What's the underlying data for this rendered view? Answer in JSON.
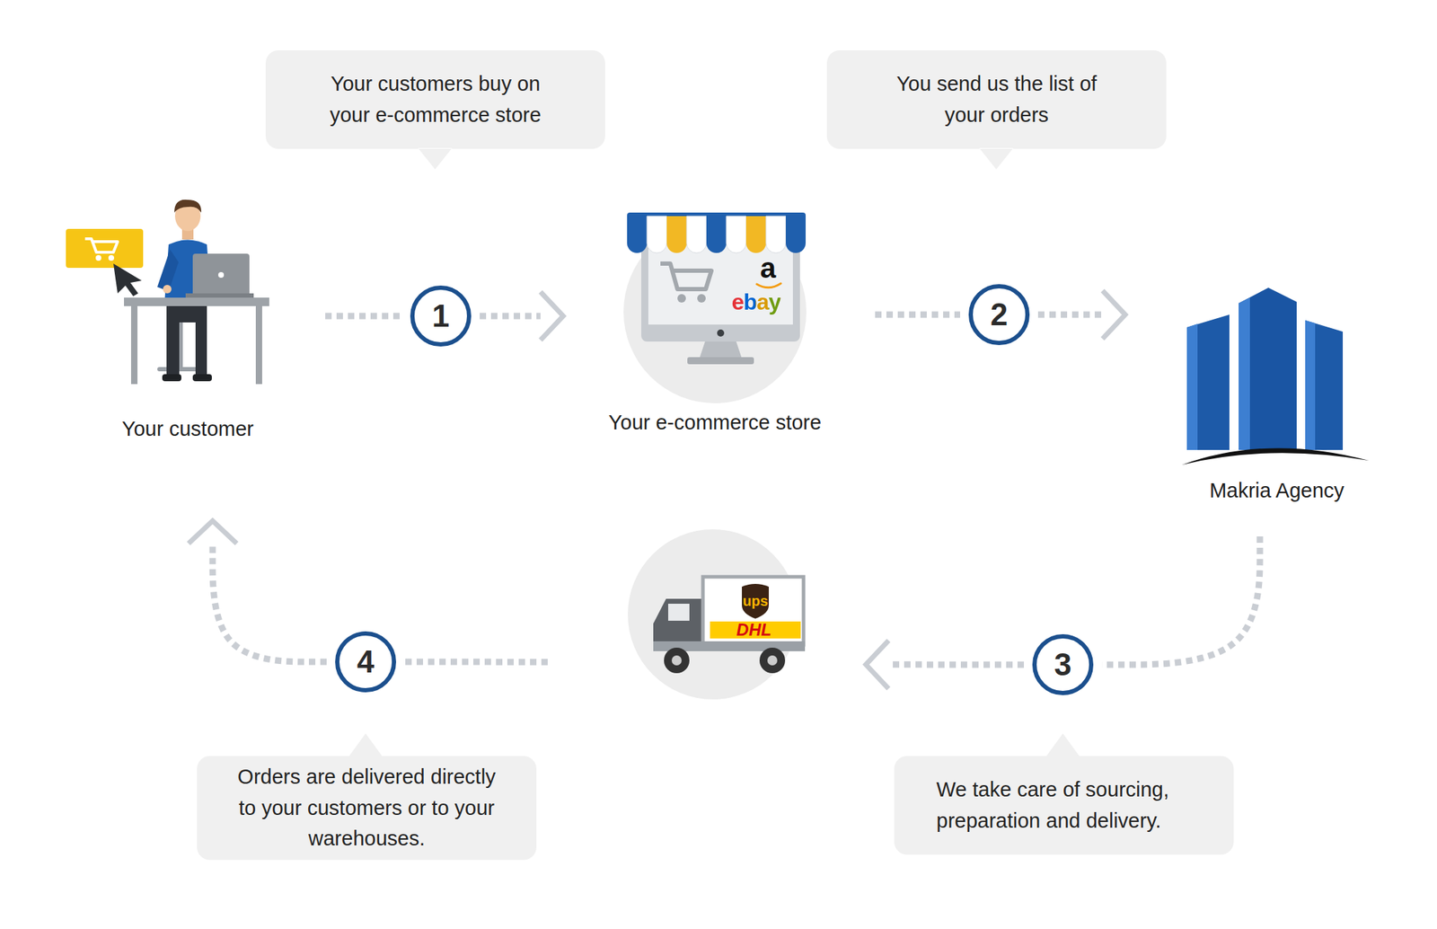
{
  "diagram": {
    "nodes": [
      {
        "text": [
          "Your customers buy on your e-commerce store"
        ]
      },
      {
        "text": [
          "You send us the list of your orders"
        ]
      },
      {
        "text": [
          "Your customer"
        ]
      },
      {
        "text": [
          "1"
        ]
      },
      {
        "text": [
          "a",
          "ebay",
          "Your e-commerce store"
        ]
      },
      {
        "text": [
          "2"
        ]
      },
      {
        "text": [
          "Makria Agency"
        ]
      },
      {
        "text": [
          "4"
        ]
      },
      {
        "text": [
          "ups",
          "DHL"
        ]
      },
      {
        "text": [
          "3"
        ]
      },
      {
        "text": [
          "Orders are delivered directly to your customers or to your warehouses."
        ]
      },
      {
        "text": [
          "We take care of sourcing, preparation and delivery."
        ]
      }
    ],
    "edges": [
      {
        "from": 2,
        "to": 3,
        "arrow": "none"
      },
      {
        "from": 3,
        "to": 4,
        "arrow": "to"
      },
      {
        "from": 4,
        "to": 5,
        "arrow": "none"
      },
      {
        "from": 5,
        "to": 6,
        "arrow": "to"
      },
      {
        "from": 6,
        "to": 9,
        "arrow": "none"
      },
      {
        "from": 9,
        "to": 8,
        "arrow": "to"
      },
      {
        "from": 8,
        "to": 7,
        "arrow": "none"
      },
      {
        "from": 7,
        "to": 2,
        "arrow": "to"
      }
    ]
  }
}
